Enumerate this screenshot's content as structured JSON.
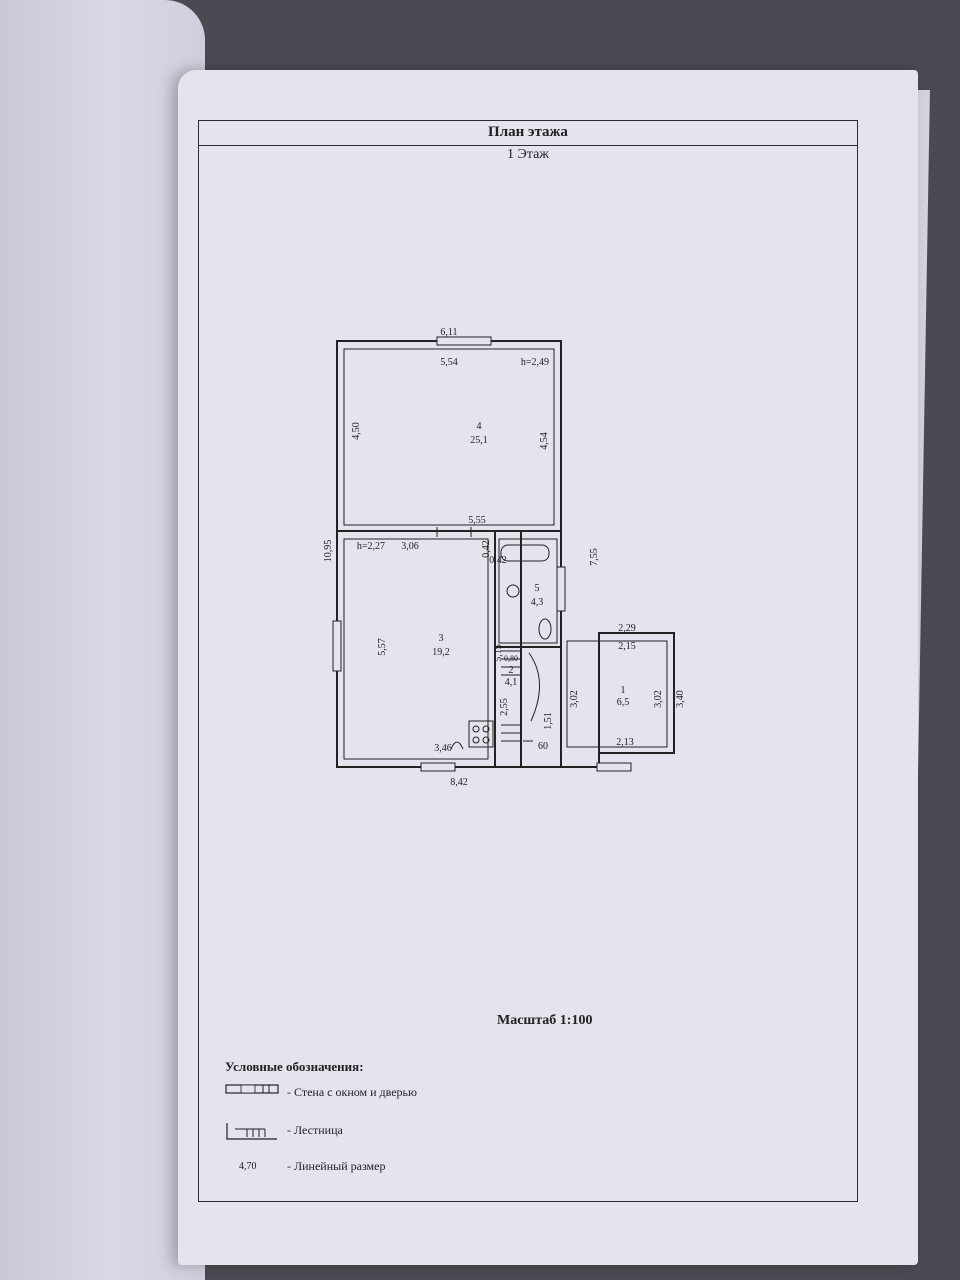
{
  "document": {
    "title": "План этажа",
    "floor": "1 Этаж",
    "scale": "Масштаб 1:100"
  },
  "plan": {
    "rooms": [
      {
        "number": "4",
        "area": "25,1"
      },
      {
        "number": "3",
        "area": "19,2"
      },
      {
        "number": "5",
        "area": "4,3"
      },
      {
        "number": "2",
        "area": "4,1"
      },
      {
        "number": "1",
        "area": "6,5"
      }
    ],
    "dimensions": {
      "top_outer": "6,11",
      "top_inner": "5,54",
      "height_room4": "h=2,49",
      "left_room4": "4,50",
      "right_room4": "4,54",
      "bottom_room4": "5,55",
      "left_overall": "10,95",
      "height_room3": "h=2,27",
      "room3_top": "3,06",
      "small_a": "0,42",
      "small_b": "0,42",
      "right_mid": "7,55",
      "left_room3": "5,57",
      "right_room3": "5,15",
      "room3_bottom": "3,46",
      "bottom_overall": "8,42",
      "stair_top": "0,80",
      "stair_left": "2,55",
      "stair_right": "1,51",
      "stair_bottom": "60",
      "room1_top_outer": "2,29",
      "room1_top_inner": "2,15",
      "room1_left": "3,02",
      "room1_right": "3,02",
      "room1_outer": "3,40",
      "room1_bottom": "2,13"
    }
  },
  "legend": {
    "title": "Условные обозначения:",
    "items": [
      {
        "label": "- Стена с окном и дверью",
        "symbol": "wall-icon"
      },
      {
        "label": "- Лестница",
        "symbol": "stair-icon"
      },
      {
        "label": "- Линейный размер",
        "sample": "4,70"
      }
    ]
  }
}
